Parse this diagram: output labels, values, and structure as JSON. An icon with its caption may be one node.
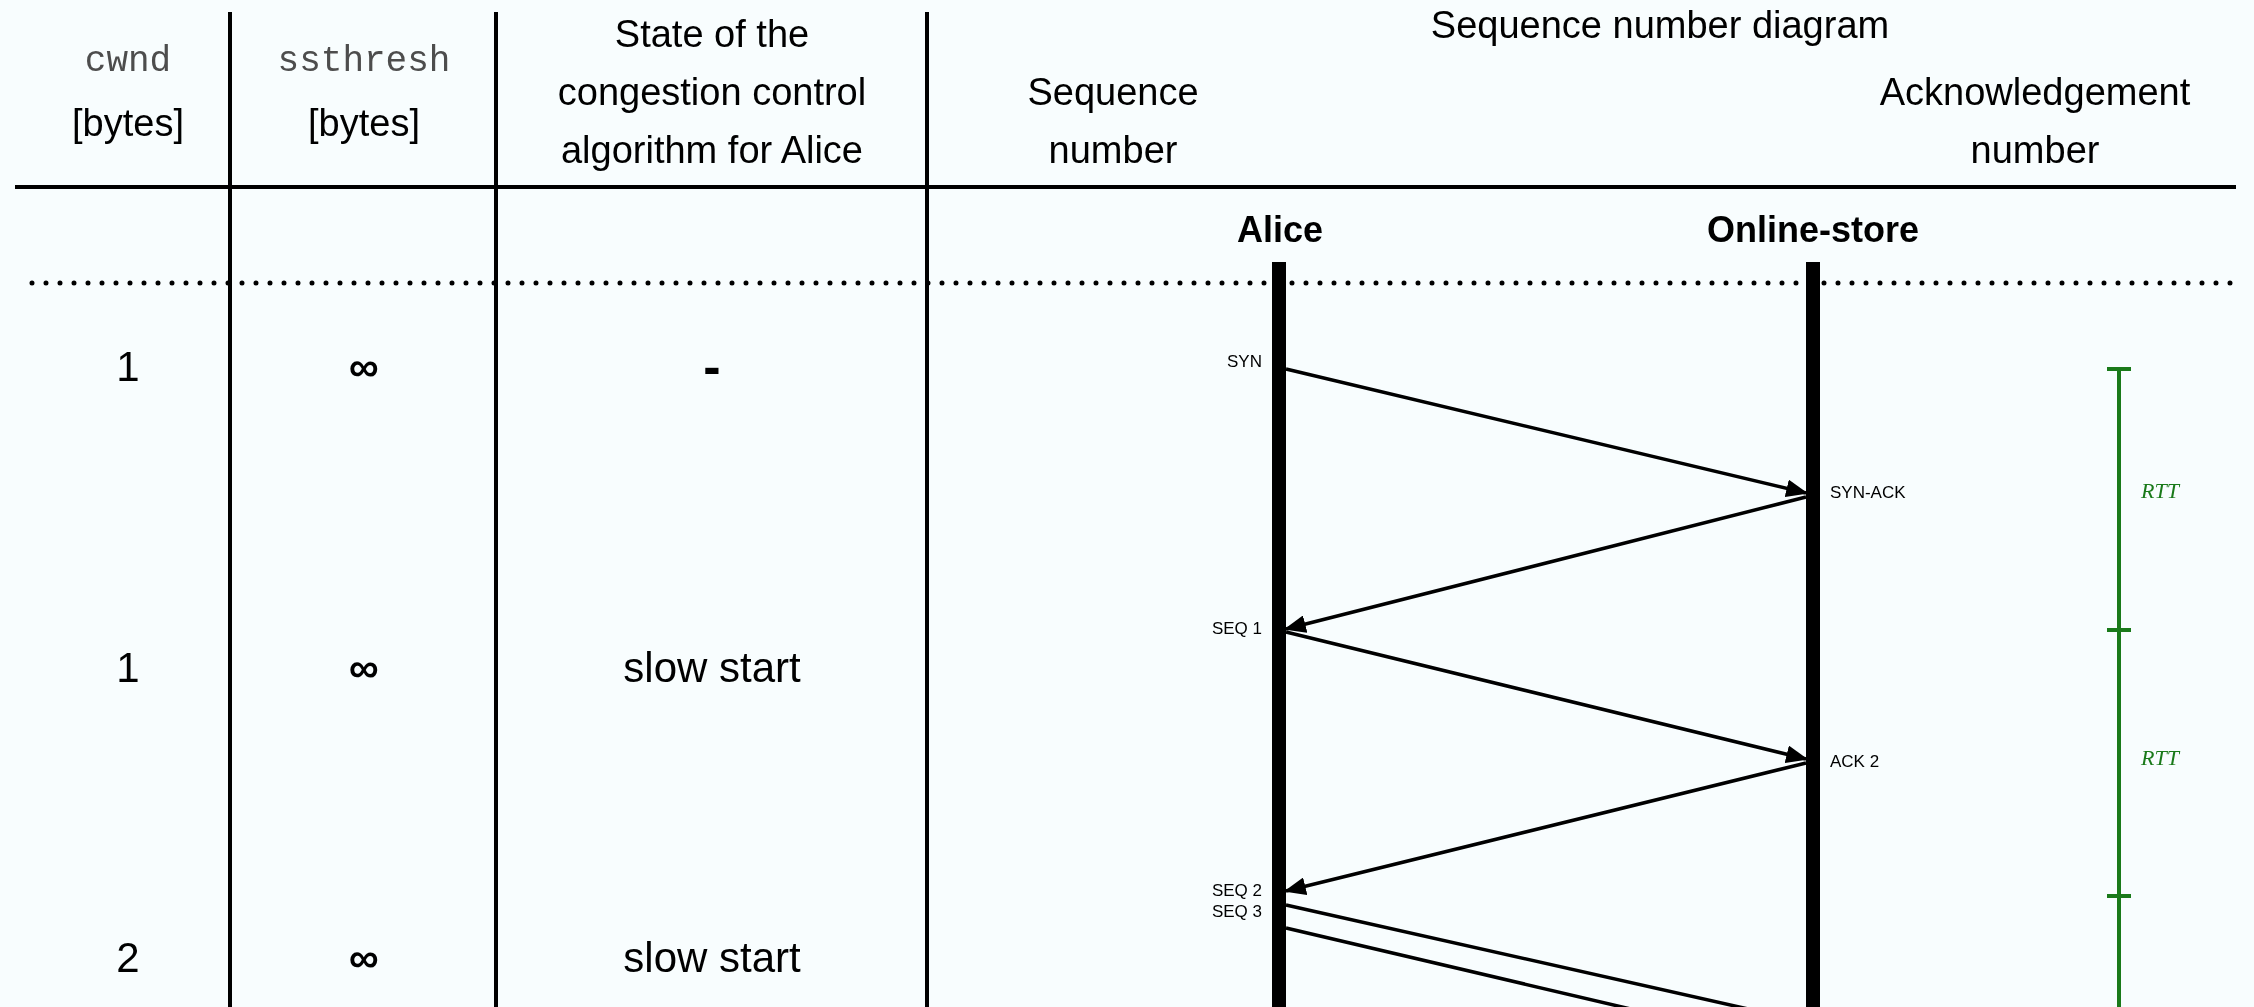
{
  "diagram": {
    "title": "Sequence number diagram",
    "nodes": [
      {
        "text": [],
        "shape": "bar",
        "beside": [
          "Alice"
        ]
      },
      {
        "text": [],
        "shape": "bar",
        "beside": [
          "Online-store"
        ]
      }
    ],
    "edges": [
      {
        "from": 0,
        "to": 1,
        "arrow": "to"
      },
      {
        "from": 1,
        "to": 0,
        "arrow": "to"
      },
      {
        "from": 0,
        "to": 1,
        "arrow": "to"
      },
      {
        "from": 1,
        "to": 0,
        "arrow": "to"
      },
      {
        "from": 0,
        "to": 1,
        "arrow": "none"
      },
      {
        "from": 0,
        "to": null,
        "arrow": "none"
      }
    ],
    "labels": [
      "cwnd",
      "[bytes]",
      "ssthresh",
      "[bytes]",
      "State of the congestion control algorithm for Alice",
      "Sequence number",
      "Acknowledgement number",
      "1",
      "∞",
      "-",
      "SYN",
      "SYN-ACK",
      "RTT",
      "1",
      "∞",
      "slow start",
      "SEQ 1",
      "ACK 2",
      "RTT",
      "SEQ 2",
      "SEQ 3",
      "2",
      "∞",
      "slow start"
    ]
  }
}
